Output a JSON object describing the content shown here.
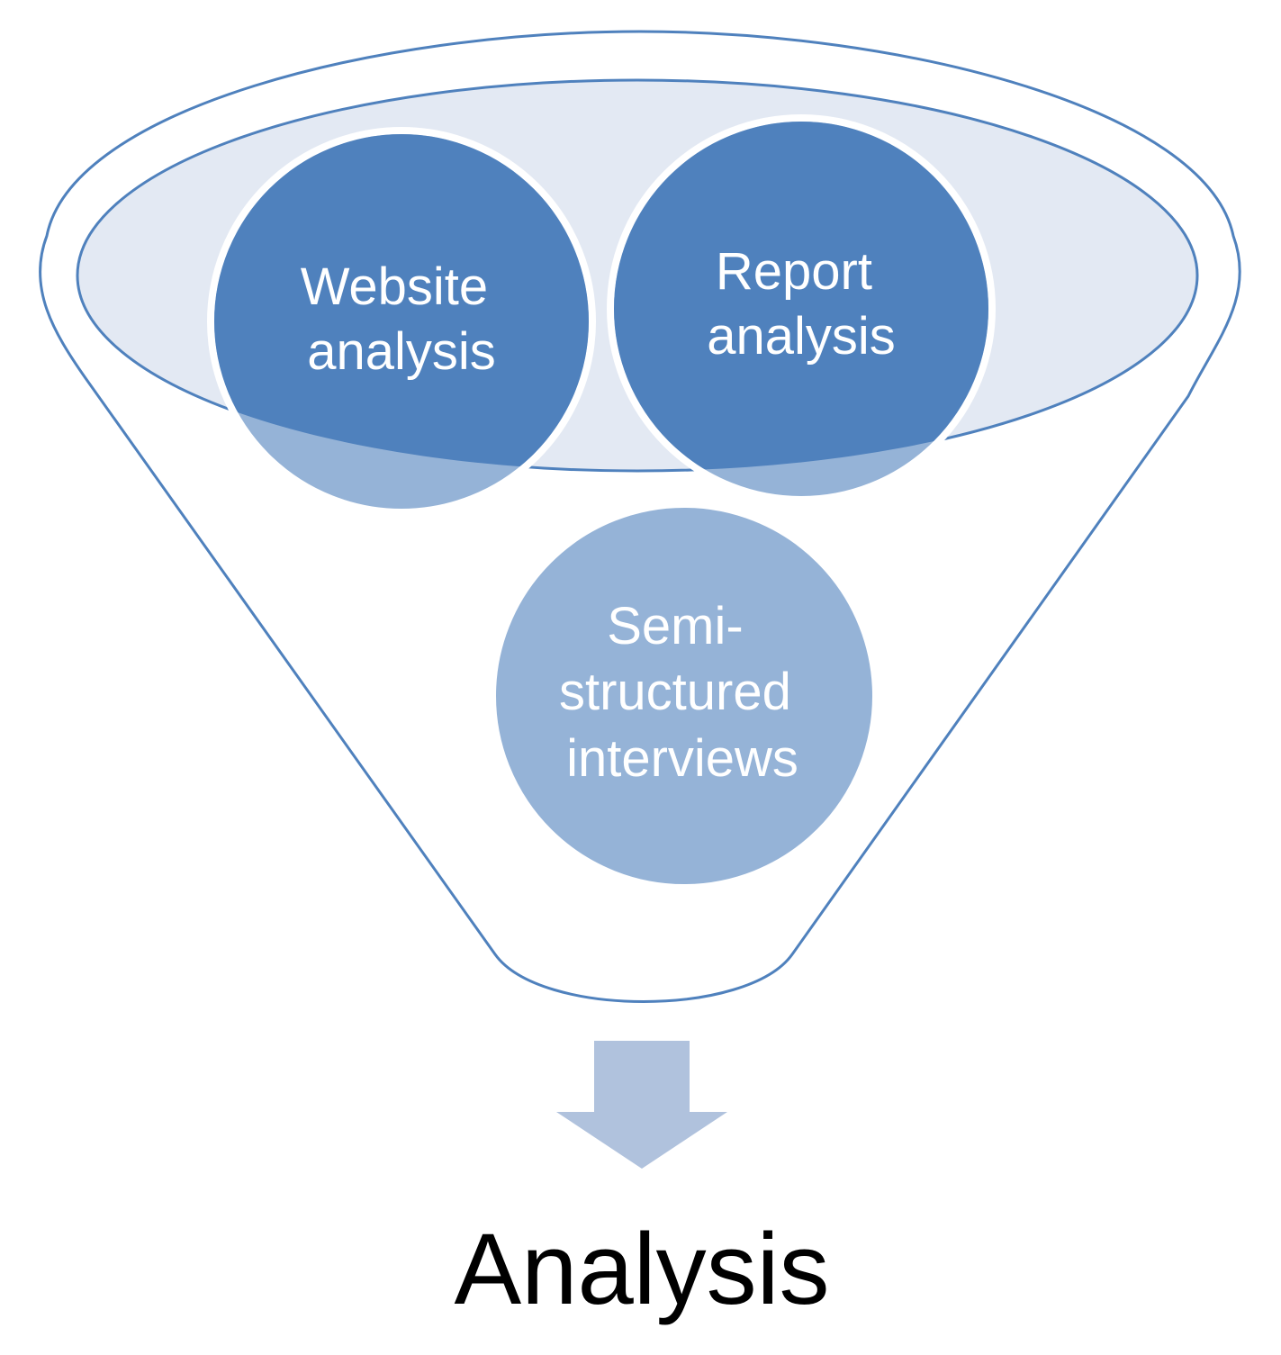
{
  "diagram": {
    "circles": [
      {
        "id": "website",
        "lines": [
          "Website",
          "analysis"
        ]
      },
      {
        "id": "report",
        "lines": [
          "Report",
          "analysis"
        ]
      },
      {
        "id": "interviews",
        "lines": [
          "Semi-",
          "structured",
          "interviews"
        ]
      }
    ],
    "output_label": "Analysis"
  },
  "colors": {
    "funnel_stroke": "#4f81bd",
    "funnel_top_fill": "#e3e9f3",
    "circle_dark": "#4f81bd",
    "circle_light": "#95b3d7",
    "arrow": "#b0c2dd",
    "label_text": "#ffffff",
    "output_text": "#000000"
  }
}
